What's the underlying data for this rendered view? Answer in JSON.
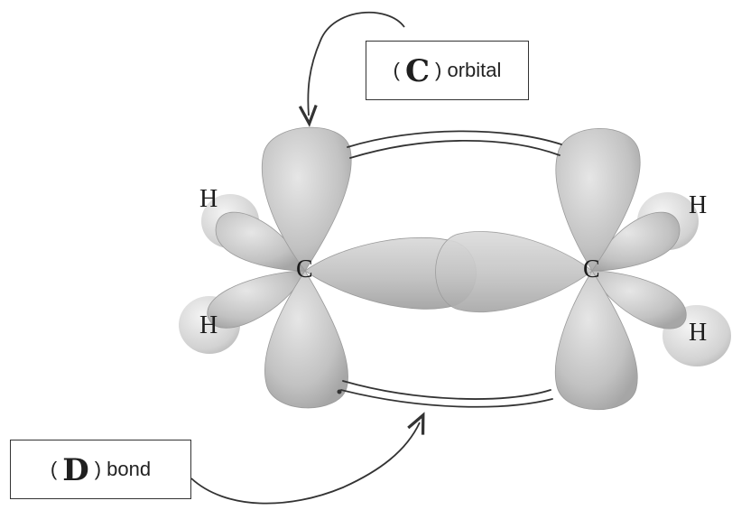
{
  "label_c": {
    "open": "(",
    "answer": "C",
    "close": ") orbital"
  },
  "label_d": {
    "open": "(",
    "answer": "D",
    "close": ") bond"
  },
  "atoms": {
    "h_top_left": "H",
    "h_bottom_left": "H",
    "c_left": "C",
    "c_right": "C",
    "h_top_right": "H",
    "h_bottom_right": "H"
  },
  "colors": {
    "lobe": "#c6c6c6",
    "lobe_dark": "#9e9e9e",
    "h_sphere": "#dcdcdc",
    "arrow": "#333333"
  }
}
